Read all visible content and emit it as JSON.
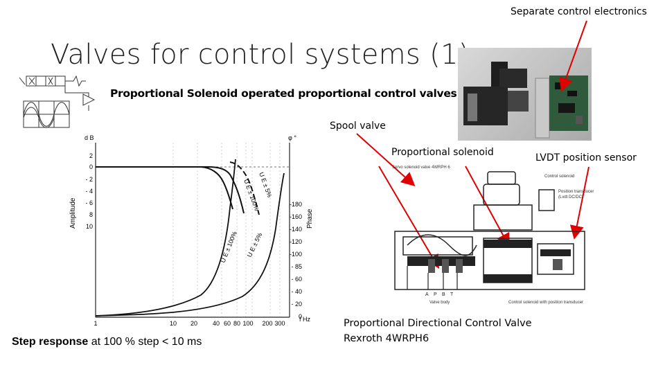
{
  "title": "Valves for control systems (1)",
  "top_label": "Separate control electronics",
  "subtitle": "Proportional Solenoid operated proportional control valves",
  "labels": {
    "spool_valve": "Spool valve",
    "proportional_solenoid": "Proportional solenoid",
    "lvdt": "LVDT position sensor"
  },
  "caption": {
    "line1": "Proportional Directional Control Valve",
    "line2": "Rexroth 4WRPH6"
  },
  "step_response": {
    "bold": "Step response",
    "rest": " at 100 % step < 10 ms"
  },
  "plot": {
    "amp_axis_label": "Amplitude",
    "phase_axis_label": "Phase",
    "amp_unit": "d B",
    "phase_unit": "φ °",
    "amp_ticks": [
      "2",
      "0",
      "- 2",
      "- 4",
      "- 6",
      "8",
      "10"
    ],
    "phase_ticks": [
      "-180",
      "-160",
      "-140",
      "-120",
      "-100",
      "- 85",
      "- 60",
      "- 40",
      "- 20",
      "0"
    ],
    "x_ticks": [
      "1",
      "10",
      "20",
      "40",
      "60",
      "80",
      "100",
      "200",
      "300"
    ],
    "x_unit": "f  Hz",
    "curve_labels": [
      "U E ± 5%",
      "U E ± 100%",
      "U E ± 100%",
      "U E ± 5%"
    ]
  },
  "cutaway": {
    "header": "Servo solenoid valve 4WRPH 6",
    "control_solenoid": "Control solenoid",
    "transducer_1": "Position transducer",
    "transducer_2": "(Lvdt DC/DC)",
    "ports": [
      "A",
      "P",
      "B",
      "T"
    ],
    "valve_body": "Valve body",
    "control_with_transducer": "Control solenoid with position transducer"
  }
}
